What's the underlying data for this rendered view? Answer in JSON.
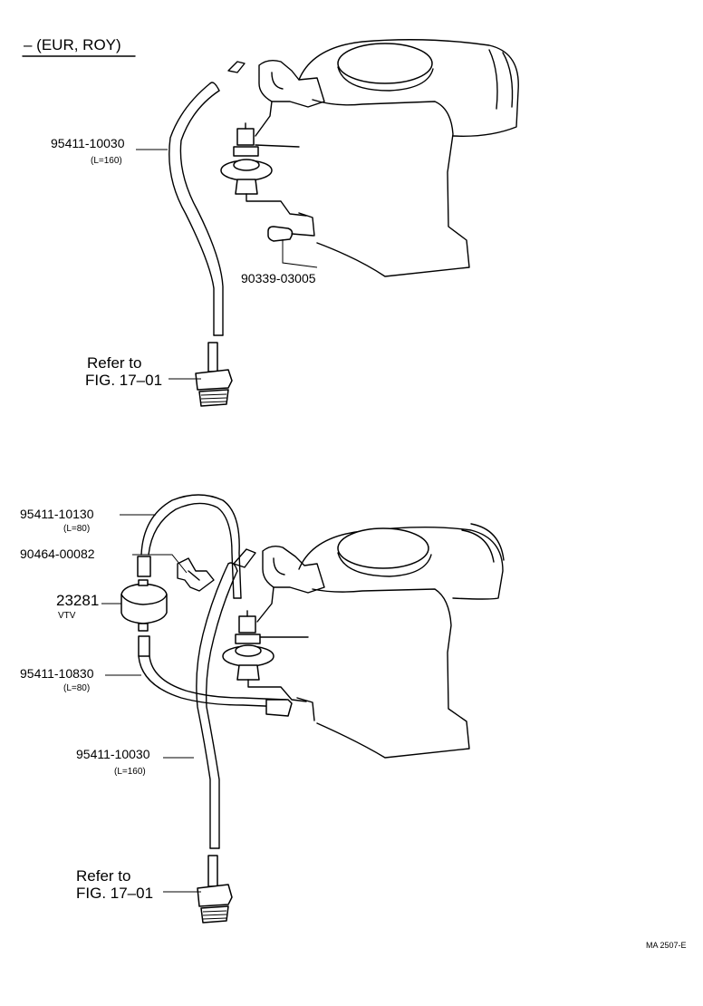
{
  "header": {
    "variant": "– (EUR, ROY)"
  },
  "top_diagram": {
    "hose_part": "95411-10030",
    "hose_length": "(L=160)",
    "cap_part": "90339-03005",
    "refer_line1": "Refer to",
    "refer_line2": "FIG. 17–01"
  },
  "bottom_diagram": {
    "hose_upper_part": "95411-10130",
    "hose_upper_length": "(L=80)",
    "clip_part": "90464-00082",
    "vtv_part": "23281",
    "vtv_label": "VTV",
    "hose_lower_part": "95411-10830",
    "hose_lower_length": "(L=80)",
    "hose_main_part": "95411-10030",
    "hose_main_length": "(L=160)",
    "refer_line1": "Refer to",
    "refer_line2": "FIG. 17–01"
  },
  "footer": {
    "code": "MA 2507-E"
  }
}
